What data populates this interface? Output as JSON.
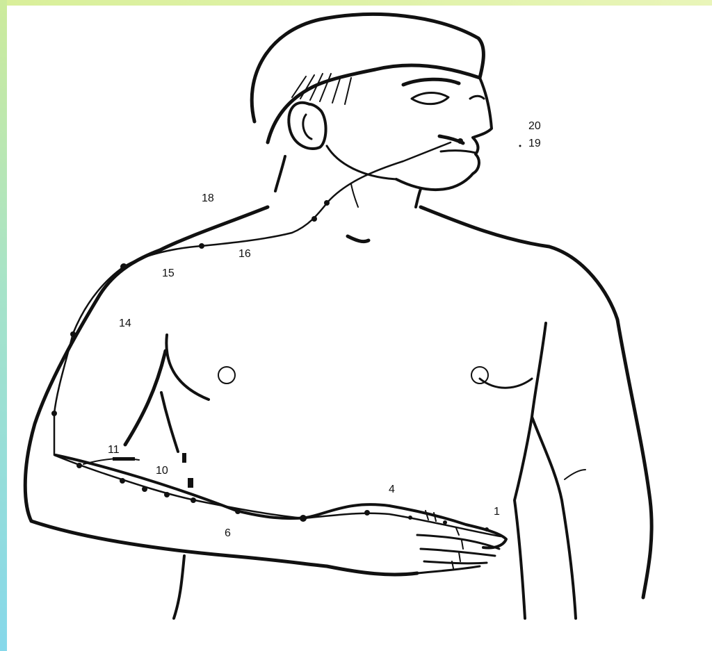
{
  "colors": {
    "border_top": "#dff2a8",
    "border_left_top": "#cdeb9b",
    "border_left_bottom": "#86d8ea",
    "ink": "#111111",
    "background": "#ffffff"
  },
  "labels": {
    "p1": "1",
    "p4": "4",
    "p6": "6",
    "p10": "10",
    "p11": "11",
    "p14": "14",
    "p15": "15",
    "p16": "16",
    "p18": "18",
    "p19": "19",
    "p20": "20"
  }
}
